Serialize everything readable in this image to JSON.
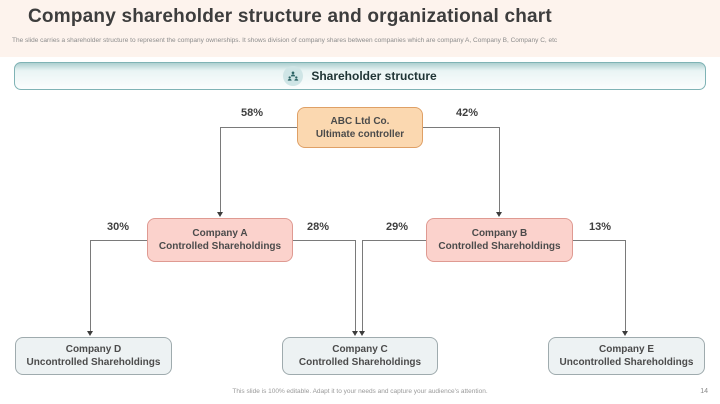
{
  "slide": {
    "title": "Company shareholder structure and organizational chart",
    "subtitle": "The slide carries a shareholder structure to represent the company ownerships. It shows division of company shares between companies which are company A, Company B, Company C, etc",
    "footer": "This slide is 100% editable. Adapt it to your needs and capture your audience's attention.",
    "page_number": "14"
  },
  "banner": {
    "label": "Shareholder structure",
    "icon": "people-group-icon"
  },
  "org_chart": {
    "root": {
      "line1": "ABC Ltd Co.",
      "line2": "Ultimate controller"
    },
    "level2": [
      {
        "line1": "Company A",
        "line2": "Controlled Shareholdings"
      },
      {
        "line1": "Company B",
        "line2": "Controlled Shareholdings"
      }
    ],
    "level3": [
      {
        "line1": "Company D",
        "line2": "Uncontrolled Shareholdings"
      },
      {
        "line1": "Company C",
        "line2": "Controlled Shareholdings"
      },
      {
        "line1": "Company E",
        "line2": "Uncontrolled Shareholdings"
      }
    ],
    "percentages": {
      "root_to_a": "58%",
      "root_to_b": "42%",
      "a_to_d": "30%",
      "a_to_c": "28%",
      "b_to_c": "29%",
      "b_to_e": "13%"
    }
  },
  "colors": {
    "accent_teal": "#7fb3b5",
    "band_cream": "#fdf3ed",
    "root_fill": "#fbd8b0",
    "root_border": "#dfa066",
    "level2_fill": "#fbd2cc",
    "level2_border": "#df9a92",
    "level3_fill": "#edf2f3",
    "level3_border": "#9fabae",
    "connector_gray": "#7a7a7a"
  }
}
